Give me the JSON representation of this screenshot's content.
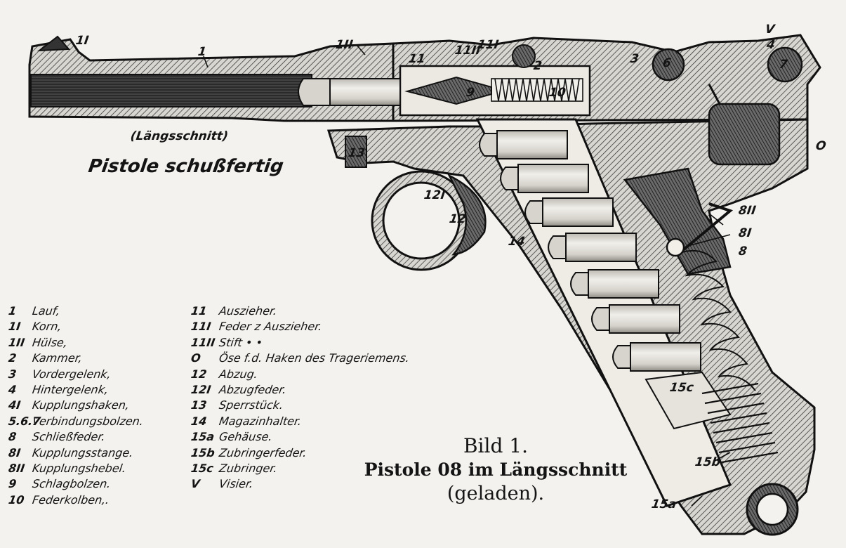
{
  "diagram": {
    "subtitle": "(Längsschnitt)",
    "title": "Pistole schußfertig",
    "caption": {
      "line1": "Bild 1.",
      "line2": "Pistole 08 im Längsschnitt",
      "line3": "(geladen)."
    },
    "callouts": {
      "c1": "1",
      "c1i": "1I",
      "c1ii": "1II",
      "c2": "2",
      "c3": "3",
      "c4": "4",
      "c6": "6",
      "c7": "7",
      "c9": "9",
      "c10": "10",
      "c11": "11",
      "c11i": "11I",
      "c11ii": "11II",
      "c12": "12",
      "c12i": "12I",
      "c13": "13",
      "c14": "14",
      "cO": "O",
      "cV": "V",
      "c8": "8",
      "c8i": "8I",
      "c8ii": "8II",
      "c15a": "15a",
      "c15b": "15b",
      "c15c": "15c"
    },
    "legend_left": [
      {
        "num": "1",
        "text": "Lauf,"
      },
      {
        "num": "1I",
        "text": "Korn,"
      },
      {
        "num": "1II",
        "text": "Hülse,"
      },
      {
        "num": "2",
        "text": "Kammer,"
      },
      {
        "num": "3",
        "text": "Vordergelenk,"
      },
      {
        "num": "4",
        "text": "Hintergelenk,"
      },
      {
        "num": "4I",
        "text": "Kupplungshaken,"
      },
      {
        "num": "5.6.7",
        "text": "Verbindungsbolzen."
      },
      {
        "num": "8",
        "text": "Schließfeder."
      },
      {
        "num": "8I",
        "text": "Kupplungsstange."
      },
      {
        "num": "8II",
        "text": "Kupplungshebel."
      },
      {
        "num": "9",
        "text": "Schlagbolzen."
      },
      {
        "num": "10",
        "text": "Federkolben,."
      }
    ],
    "legend_right": [
      {
        "num": "11",
        "text": "Auszieher."
      },
      {
        "num": "11I",
        "text": "Feder z Auszieher."
      },
      {
        "num": "11II",
        "text": "Stift  •     •"
      },
      {
        "num": "O",
        "text": "Öse f.d. Haken des Trageriemens."
      },
      {
        "num": "12",
        "text": "Abzug."
      },
      {
        "num": "12I",
        "text": "Abzugfeder."
      },
      {
        "num": "13",
        "text": "Sperrstück."
      },
      {
        "num": "14",
        "text": "Magazinhalter."
      },
      {
        "num": "15a",
        "text": "Gehäuse."
      },
      {
        "num": "15b",
        "text": "Zubringerfeder."
      },
      {
        "num": "15c",
        "text": "Zubringer."
      },
      {
        "num": "V",
        "text": "Visier."
      }
    ],
    "colors": {
      "paper": "#f4f2ee",
      "ink": "#141414",
      "hatch": "#5a5a5a",
      "cartridge": "#e8e6e0"
    }
  }
}
